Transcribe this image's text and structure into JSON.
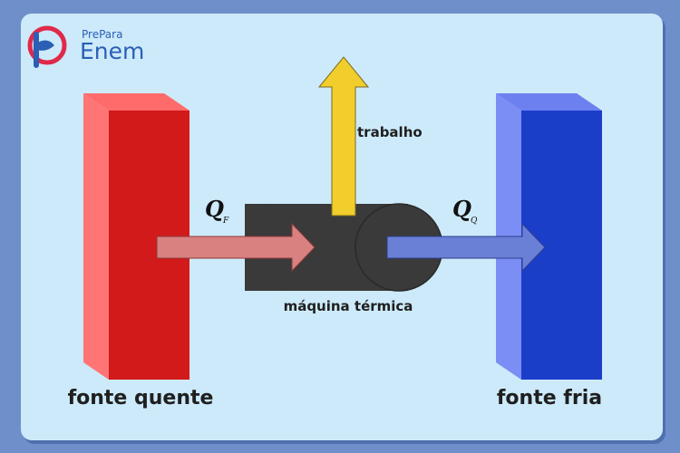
{
  "logo": {
    "brand_top": "PrePara",
    "brand_main": "Enem"
  },
  "labels": {
    "hot_source": "fonte quente",
    "cold_source": "fonte fria",
    "work": "trabalho",
    "engine": "máquina térmica"
  },
  "heat": {
    "hot_symbol": "Q",
    "hot_subscript": "F",
    "cold_symbol": "Q",
    "cold_subscript": "Q"
  },
  "colors": {
    "hot_front": "#d21a1a",
    "hot_side": "#ff7575",
    "cold_front": "#1b3ec9",
    "cold_side": "#7b8ef5",
    "engine": "#3a3a3a",
    "work_arrow": "#f1ce2b",
    "hot_arrow": "#d98080",
    "cold_arrow": "#6a7fd6",
    "logo_red": "#e0294a",
    "logo_blue": "#2b5fb5"
  }
}
